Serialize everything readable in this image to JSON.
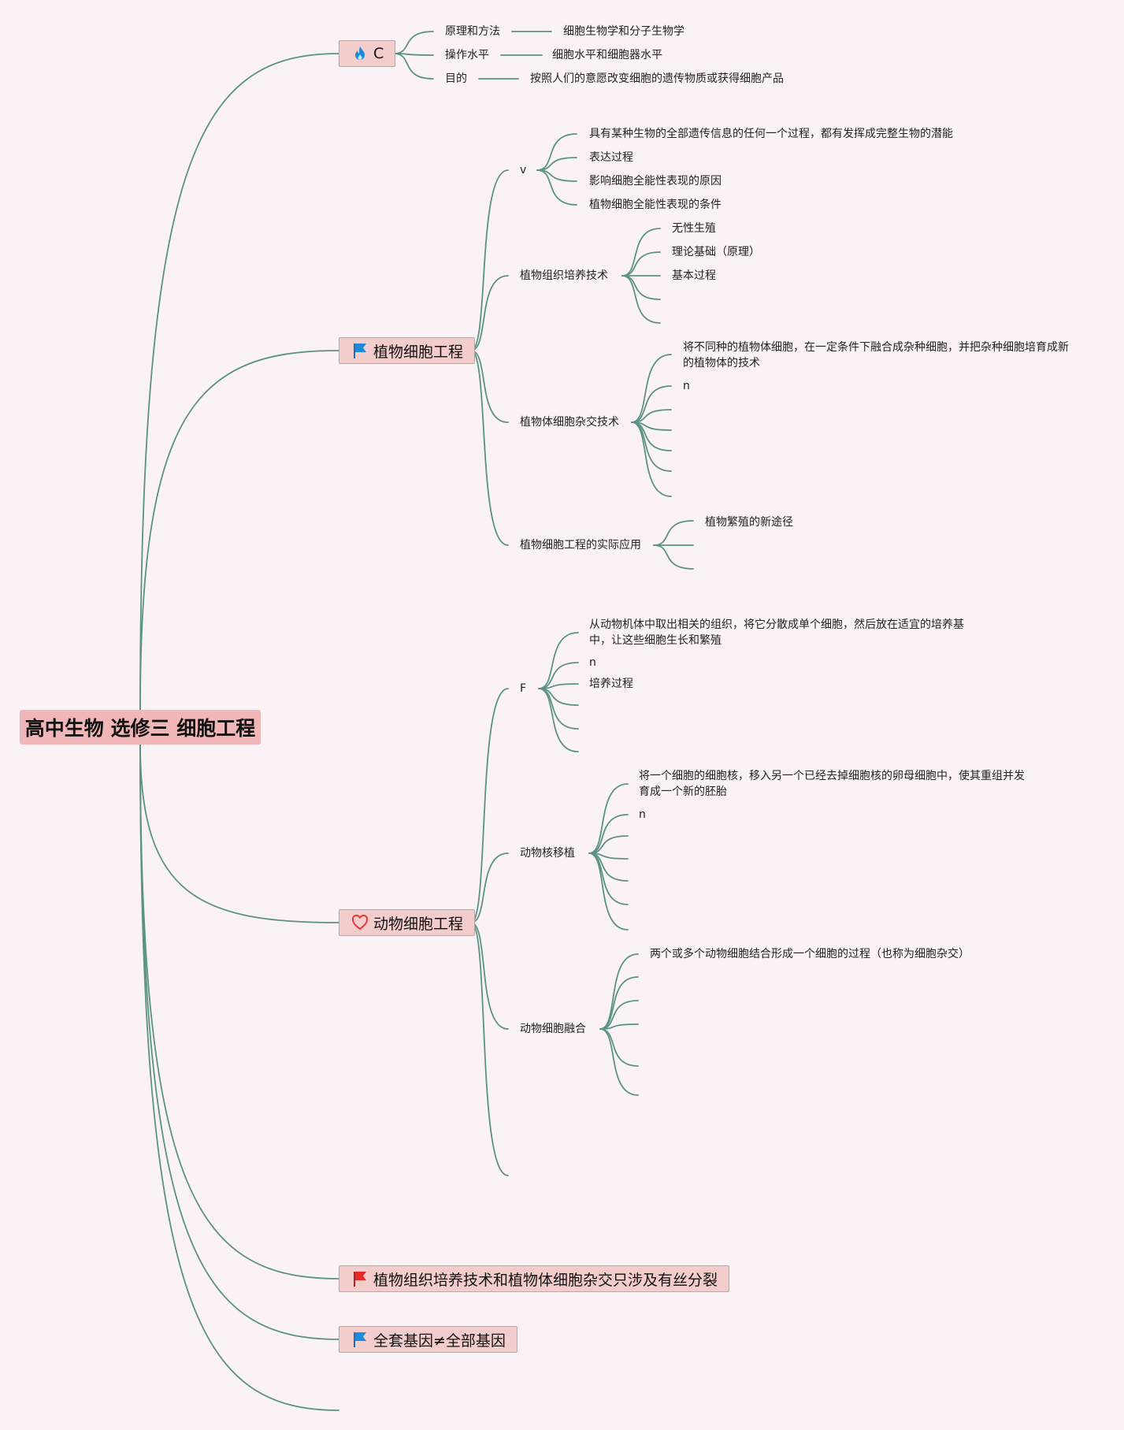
{
  "root": {
    "title": "高中生物 选修三 细胞工程"
  },
  "colors": {
    "line": "#5a9384",
    "root_fill": "#f1b6b8",
    "main_fill": "#f3cccc",
    "background": "#faf2f4"
  },
  "branches": [
    {
      "label": "C",
      "icon": "fire-icon",
      "children": [
        {
          "label": "原理和方法",
          "value": "细胞生物学和分子生物学"
        },
        {
          "label": "操作水平",
          "value": "细胞水平和细胞器水平"
        },
        {
          "label": "目的",
          "value": "按照人们的意愿改变细胞的遗传物质或获得细胞产品"
        }
      ]
    },
    {
      "label": "植物细胞工程",
      "icon": "blue-flag-icon",
      "children": [
        {
          "label": "v",
          "items": [
            "具有某种生物的全部遗传信息的任何一个过程，都有发挥成完整生物的潜能",
            "表达过程",
            "影响细胞全能性表现的原因",
            "植物细胞全能性表现的条件"
          ]
        },
        {
          "label": "植物组织培养技术",
          "items": [
            "无性生殖",
            "理论基础（原理）",
            "基本过程"
          ]
        },
        {
          "label": "植物体细胞杂交技术",
          "items": [
            "将不同种的植物体细胞，在一定条件下融合成杂种细胞，并把杂种细胞培育成新的植物体的技术",
            "n"
          ]
        },
        {
          "label": "植物细胞工程的实际应用",
          "items": [
            "植物繁殖的新途径"
          ]
        }
      ]
    },
    {
      "label": "动物细胞工程",
      "icon": "heart-icon",
      "children": [
        {
          "label": "F",
          "items": [
            "从动物机体中取出相关的组织，将它分散成单个细胞，然后放在适宜的培养基中，让这些细胞生长和繁殖",
            "n",
            "培养过程"
          ]
        },
        {
          "label": "动物核移植",
          "items": [
            "将一个细胞的细胞核，移入另一个已经去掉细胞核的卵母细胞中，使其重组并发育成一个新的胚胎",
            "n"
          ]
        },
        {
          "label": "动物细胞融合",
          "items": [
            "两个或多个动物细胞结合形成一个细胞的过程（也称为细胞杂交）"
          ]
        }
      ]
    },
    {
      "label": "植物组织培养技术和植物体细胞杂交只涉及有丝分裂",
      "icon": "red-flag-icon"
    },
    {
      "label": "全套基因≠全部基因",
      "icon": "blue-flag-icon"
    }
  ]
}
